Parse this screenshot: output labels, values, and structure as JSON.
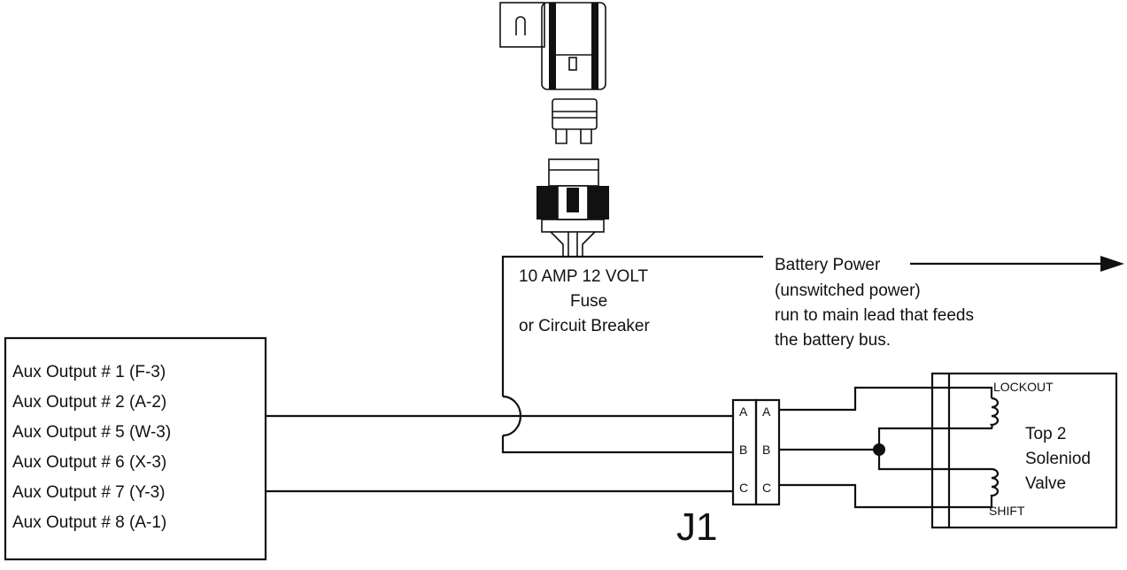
{
  "aux_outputs": [
    "Aux Output # 1 (F-3)",
    "Aux Output # 2 (A-2)",
    "Aux Output # 5 (W-3)",
    "Aux Output # 6 (X-3)",
    "Aux Output # 7 (Y-3)",
    "Aux Output # 8 (A-1)"
  ],
  "fuse_label": [
    "10 AMP 12 VOLT",
    "Fuse",
    "or Circuit Breaker"
  ],
  "battery_note": [
    "Battery Power",
    "(unswitched power)",
    "run to main lead that feeds",
    "the battery bus."
  ],
  "connector": {
    "name": "J1",
    "pins_left": [
      "A",
      "B",
      "C"
    ],
    "pins_right": [
      "A",
      "B",
      "C"
    ]
  },
  "valve": {
    "name_lines": [
      "Top 2",
      "Soleniod",
      "Valve"
    ],
    "lockout_label": "LOCKOUT",
    "shift_label": "SHIFT"
  }
}
